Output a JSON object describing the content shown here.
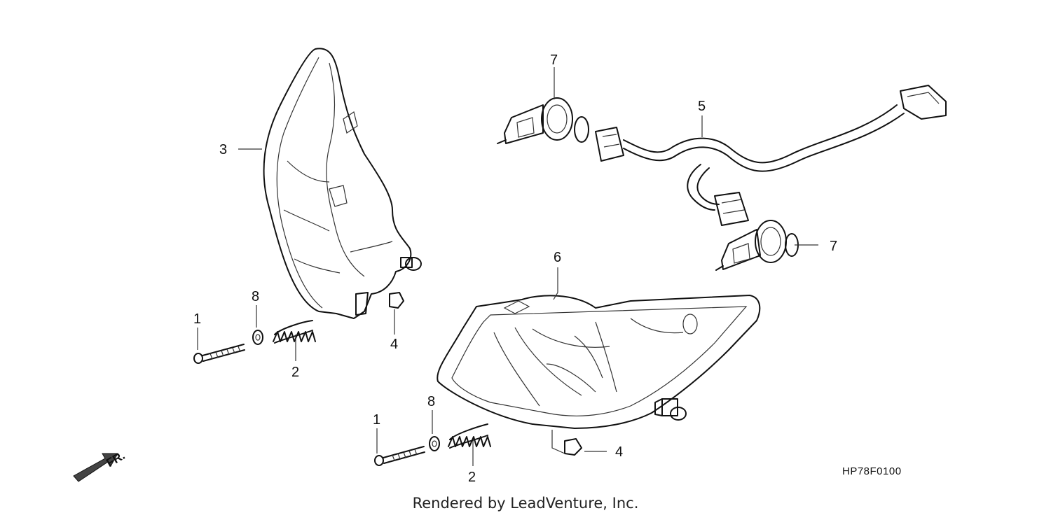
{
  "callouts": {
    "left_bolt": "1",
    "left_spring": "2",
    "left_housing": "3",
    "left_nut": "4",
    "left_washer": "8",
    "right_bolt": "1",
    "right_spring": "2",
    "right_nut": "4",
    "harness": "5",
    "headlight": "6",
    "bulb_top": "7",
    "bulb_right": "7"
  },
  "direction_label": "FR.",
  "diagram_code": "HP78F0100",
  "footer": "Rendered by LeadVenture, Inc.",
  "right_washer": "8"
}
